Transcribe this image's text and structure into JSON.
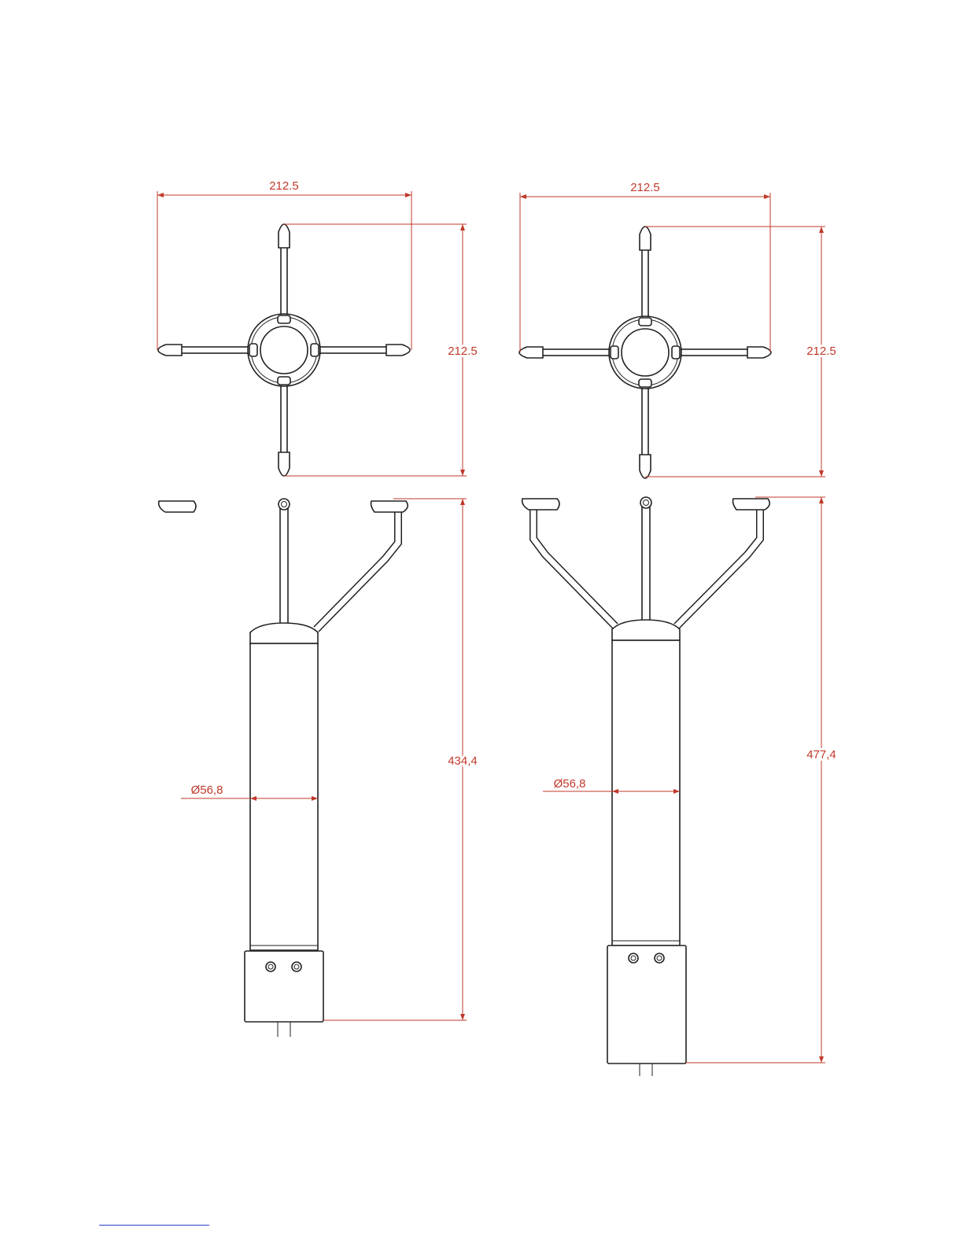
{
  "colors": {
    "dimension": "#c0392b",
    "outline": "#222222",
    "footnote_rule": "#2b3fd0"
  },
  "left_model": {
    "top_view": {
      "width_label": "212.5",
      "height_label": "212.5"
    },
    "side_view": {
      "diameter_label": "Ø56,8",
      "height_label": "434,4"
    }
  },
  "right_model": {
    "top_view": {
      "width_label": "212.5",
      "height_label": "212.5"
    },
    "side_view": {
      "diameter_label": "Ø56,8",
      "height_label": "477,4"
    }
  }
}
